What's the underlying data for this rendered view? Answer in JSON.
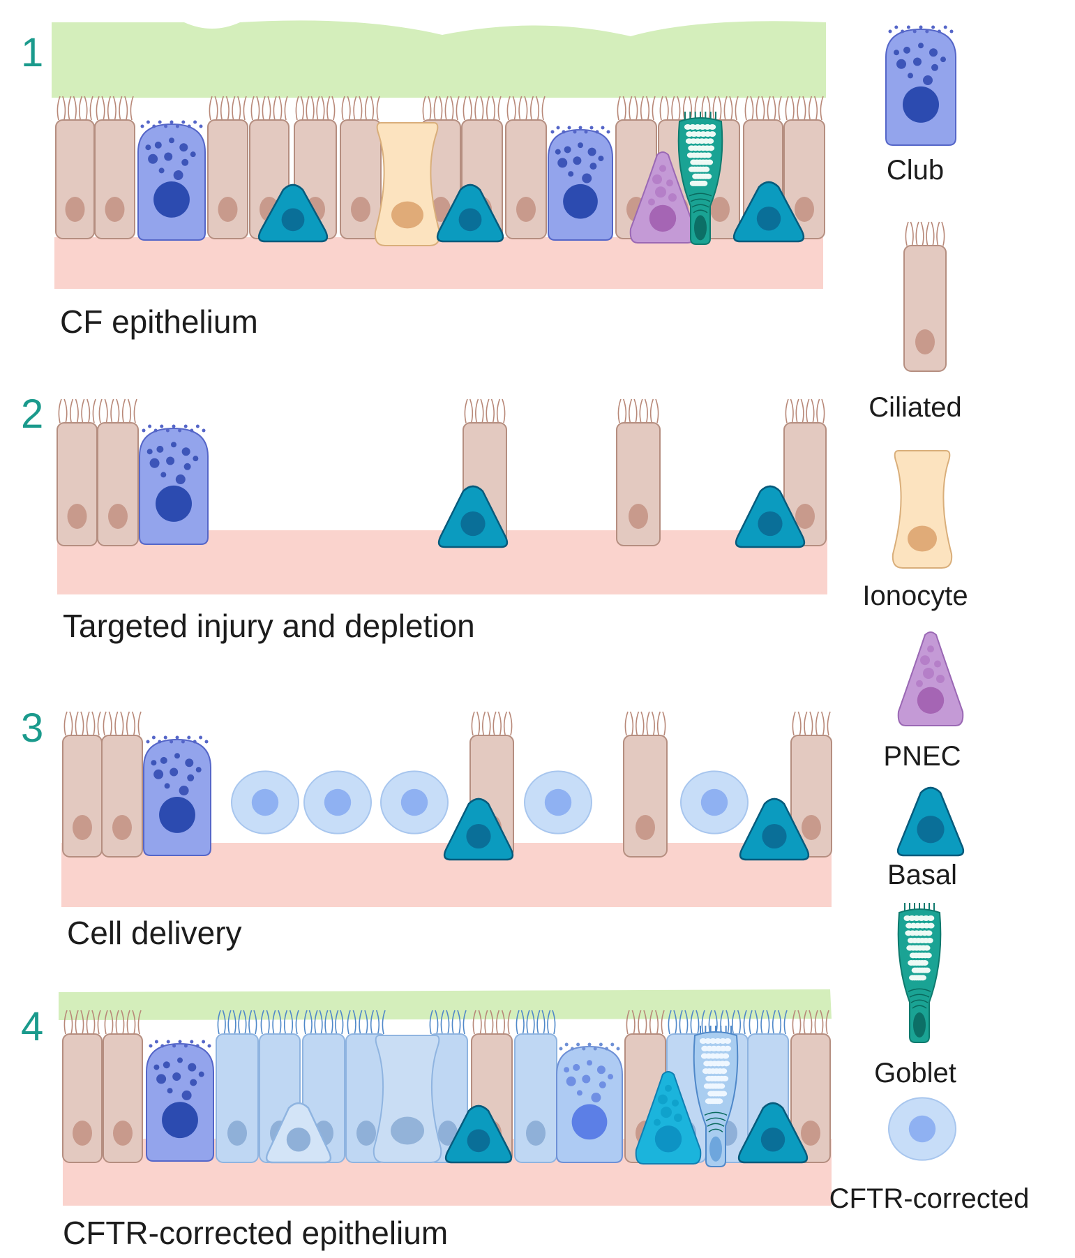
{
  "panels": [
    {
      "number": "1",
      "caption": "CF epithelium"
    },
    {
      "number": "2",
      "caption": "Targeted injury and depletion"
    },
    {
      "number": "3",
      "caption": "Cell delivery"
    },
    {
      "number": "4",
      "caption": "CFTR-corrected epithelium"
    }
  ],
  "legend": [
    {
      "label": "Club",
      "icon": "club-cell-icon"
    },
    {
      "label": "Ciliated",
      "icon": "ciliated-cell-icon"
    },
    {
      "label": "Ionocyte",
      "icon": "ionocyte-cell-icon"
    },
    {
      "label": "PNEC",
      "icon": "pnec-cell-icon"
    },
    {
      "label": "Basal",
      "icon": "basal-cell-icon"
    },
    {
      "label": "Goblet",
      "icon": "goblet-cell-icon"
    },
    {
      "label": "CFTR-corrected",
      "icon": "cftr-corrected-cell-icon"
    }
  ],
  "colors": {
    "accent_number": "#1a9a8c",
    "mucus": "#d4eebb",
    "basement": "#fad3cd",
    "ciliated": "#e3c9c0",
    "club": "#93a4ec",
    "ionocyte": "#fce3bf",
    "pnec": "#c49ad6",
    "basal": "#0b9bbf",
    "goblet": "#1aa394",
    "cftr_corrected": "#bfd7f3"
  }
}
